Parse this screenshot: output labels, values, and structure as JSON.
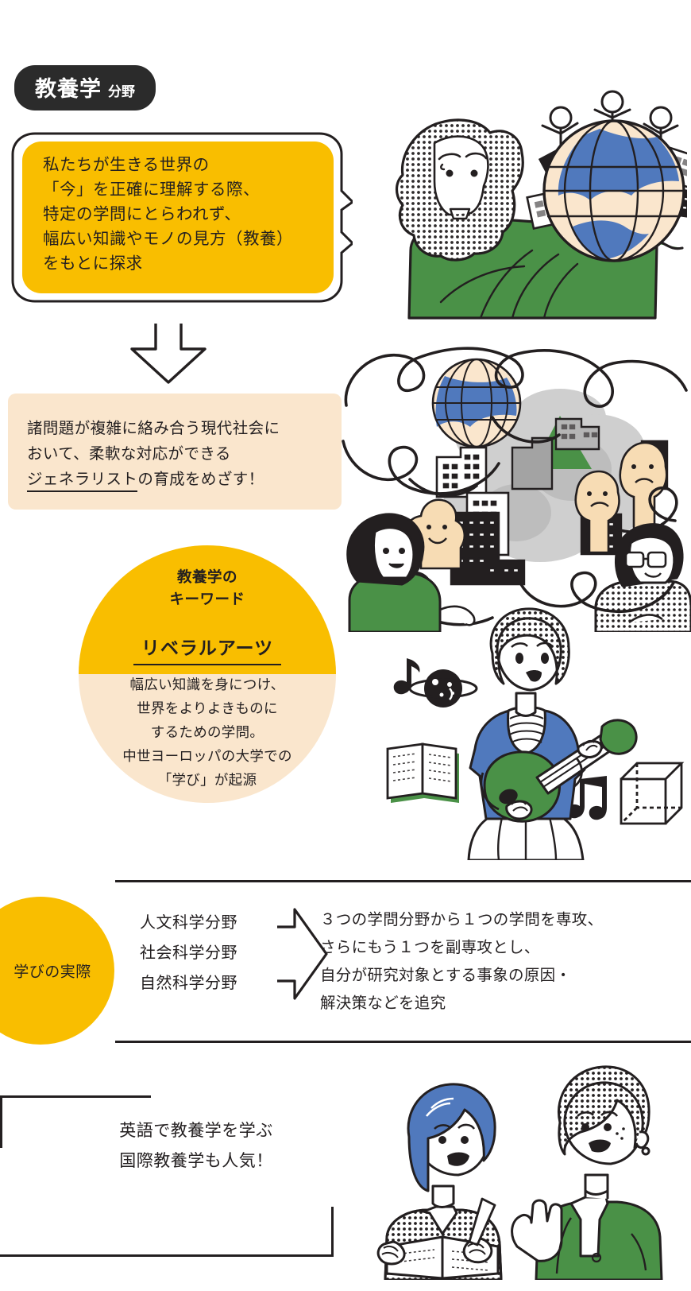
{
  "badge": {
    "title": "教養学",
    "suffix": "分野"
  },
  "bubble": {
    "lines": [
      "私たちが生きる世界の",
      "「今」を正確に理解する際、",
      "特定の学問にとらわれず、",
      "幅広い知識やモノの見方（教養）",
      "をもとに探求"
    ]
  },
  "arrow_down": {
    "name": "down-arrow"
  },
  "beige": {
    "line1": "諸問題が複雑に絡み合う現代社会に",
    "line2": "おいて、柔軟な対応ができる",
    "line3_underlined": "ジェネラリスト",
    "line3_rest": "の育成をめざす！"
  },
  "circle": {
    "title_line1": "教養学の",
    "title_line2": "キーワード",
    "keyword": "リベラルアーツ",
    "body": [
      "幅広い知識を身につけ、",
      "世界をよりよきものに",
      "するための学問。",
      "中世ヨーロッパの大学での",
      "「学び」が起源"
    ]
  },
  "learning": {
    "label": "学びの実際",
    "fields": [
      "人文科学分野",
      "社会科学分野",
      "自然科学分野"
    ],
    "description": [
      "３つの学問分野から１つの学問を専攻、",
      "さらにもう１つを副専攻とし、",
      "自分が研究対象とする事象の原因・",
      "解決策などを追究"
    ]
  },
  "bottom": {
    "lines": [
      "英語で教養学を学ぶ",
      "国際教養学も人気！"
    ]
  },
  "illustrations": {
    "philosopher": "philosopher-holding-globe-illustration",
    "society": "tangled-society-problems-illustration",
    "musician": "woman-playing-lute-illustration",
    "students": "two-students-talking-illustration"
  },
  "colors": {
    "yellow": "#f9be00",
    "beige": "#fae6cd",
    "green": "#4a9147",
    "blue": "#5079bd",
    "dark": "#231f20",
    "skin": "#f7dcb4"
  }
}
